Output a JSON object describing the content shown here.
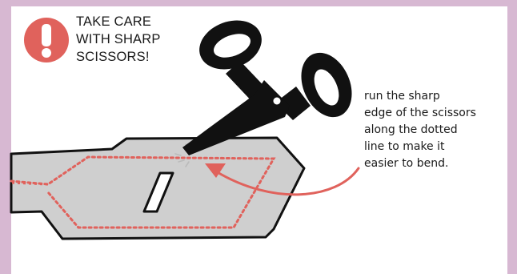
{
  "warning": {
    "icon": "exclamation-icon",
    "icon_color": "#e0625c",
    "lines": [
      "TAKE CARE",
      "WITH SHARP",
      "SCISSORS!"
    ]
  },
  "instruction": {
    "lines": [
      "run the sharp",
      "edge of the scissors",
      "along the dotted",
      "line to make it",
      "easier to bend."
    ]
  },
  "colors": {
    "frame": "#d7b8d2",
    "panel": "#ffffff",
    "card": "#cfcfcf",
    "dotted_line": "#e0625c",
    "arrow": "#e0625c",
    "scissors": "#111111"
  }
}
